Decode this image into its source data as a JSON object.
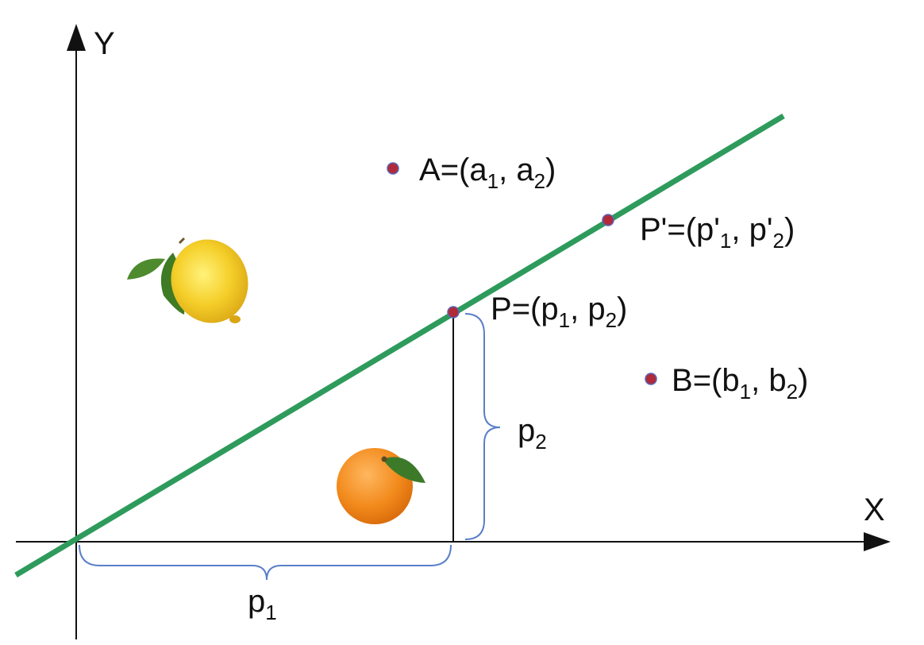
{
  "axes": {
    "x_label": "X",
    "y_label": "Y"
  },
  "points": {
    "A": {
      "name": "A",
      "x": "a",
      "y": "a",
      "sx": "1",
      "sy": "2"
    },
    "P": {
      "name": "P",
      "x": "p",
      "y": "p",
      "sx": "1",
      "sy": "2"
    },
    "P_prime": {
      "name": "P'",
      "x": "p'",
      "y": "p'",
      "sx": "1",
      "sy": "2"
    },
    "B": {
      "name": "B",
      "x": "b",
      "y": "b",
      "sx": "1",
      "sy": "2"
    }
  },
  "projections": {
    "p1": {
      "base": "p",
      "sub": "1"
    },
    "p2": {
      "base": "p",
      "sub": "2"
    }
  },
  "illustrations": {
    "lemon": "lemon-icon",
    "orange": "orange-icon"
  },
  "colors": {
    "line": "#2e9b5c",
    "point_fill": "#b02a3a",
    "point_stroke": "#5a66b8",
    "axis": "#111111",
    "brace": "#5a7fc8",
    "lemon": "#f5cf2a",
    "orange": "#f28a1c",
    "leaf": "#4e8a2e"
  }
}
